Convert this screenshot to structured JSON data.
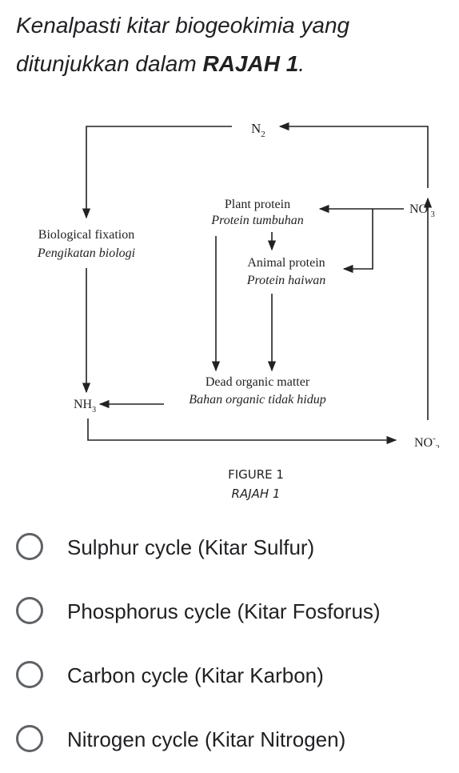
{
  "question": {
    "text_part1": "Kenalpasti kitar biogeokimia yang ditunjukkan dalam ",
    "text_emphasis": "RAJAH 1",
    "text_end": "."
  },
  "figure": {
    "labels": {
      "n2": "N",
      "n2_sub": "2",
      "no3": "NO",
      "no3_sup": "-",
      "no3_sub": "3",
      "plant_protein_en": "Plant protein",
      "plant_protein_ms": "Protein tumbuhan",
      "biological_fixation_en": "Biological fixation",
      "biological_fixation_ms": "Pengikatan biologi",
      "animal_protein_en": "Animal protein",
      "animal_protein_ms": "Protein haiwan",
      "dead_matter_en": "Dead organic matter",
      "dead_matter_ms": "Bahan organic tidak hidup",
      "nh3": "NH",
      "nh3_sub": "3",
      "no2": "NO",
      "no2_sup": "-",
      "no2_sub": "2"
    },
    "caption_en": "FIGURE 1",
    "caption_ms": "RAJAH 1"
  },
  "options": [
    {
      "label": "Sulphur cycle (Kitar Sulfur)"
    },
    {
      "label": "Phosphorus cycle (Kitar Fosforus)"
    },
    {
      "label": "Carbon cycle (Kitar Karbon)"
    },
    {
      "label": "Nitrogen cycle (Kitar Nitrogen)"
    }
  ],
  "colors": {
    "radio_border": "#5f6368",
    "text": "#202124"
  }
}
